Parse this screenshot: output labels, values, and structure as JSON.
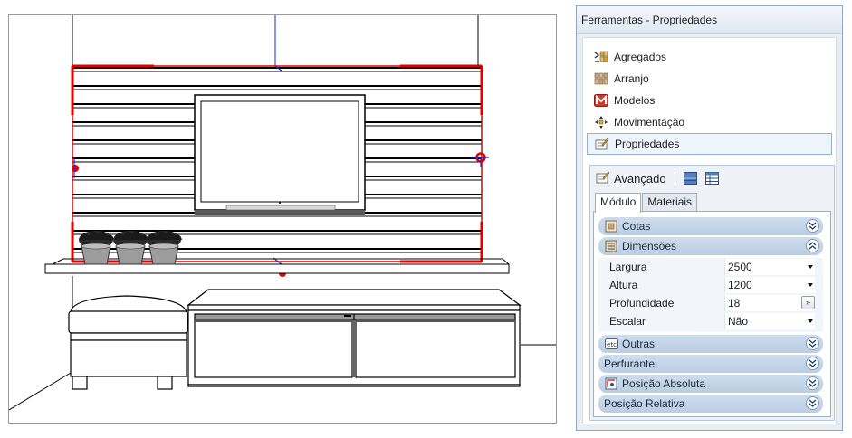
{
  "panel": {
    "title": "Ferramentas - Propriedades",
    "nav": [
      {
        "label": "Agregados",
        "icon": "aggregates-icon"
      },
      {
        "label": "Arranjo",
        "icon": "arrangement-icon"
      },
      {
        "label": "Modelos",
        "icon": "models-icon"
      },
      {
        "label": "Movimentação",
        "icon": "move-icon"
      },
      {
        "label": "Propriedades",
        "icon": "properties-icon",
        "active": true
      }
    ],
    "advanced": {
      "label": "Avançado",
      "tabs": [
        {
          "label": "Módulo",
          "active": true
        },
        {
          "label": "Materiais",
          "active": false
        }
      ],
      "groups": {
        "cotas": "Cotas",
        "dimensoes": "Dimensões",
        "outras": "Outras",
        "perfurante": "Perfurante",
        "posicao_absoluta": "Posição Absoluta",
        "posicao_relativa": "Posição Relativa"
      },
      "properties": [
        {
          "label": "Largura",
          "value": "2500",
          "editor": "dropdown"
        },
        {
          "label": "Altura",
          "value": "1200",
          "editor": "dropdown"
        },
        {
          "label": "Profundidade",
          "value": "18",
          "editor": "ellipsis",
          "button_label": "»"
        },
        {
          "label": "Escalar",
          "value": "Não",
          "editor": "dropdown"
        }
      ]
    }
  },
  "colors": {
    "selection": "#e00000",
    "axis": "#1a2bd6",
    "panel_border": "#8fa7c4",
    "group_fill": "#c4d5ea"
  }
}
